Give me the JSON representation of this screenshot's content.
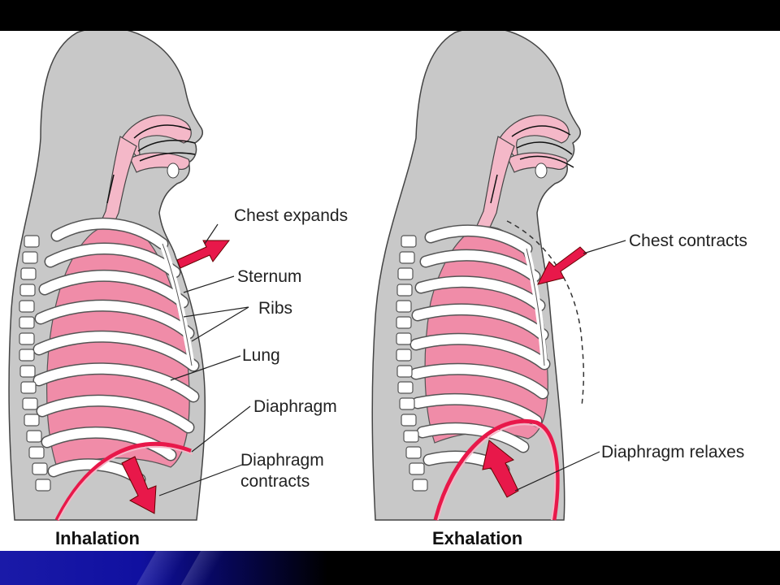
{
  "colors": {
    "body": "#c8c8c8",
    "lung": "#f08ca8",
    "airway": "#f4b8c8",
    "arrow": "#e8184a",
    "rib": "#ffffff"
  },
  "left_panel": {
    "caption": "Inhalation",
    "labels": {
      "chest": "Chest expands",
      "sternum": "Sternum",
      "ribs": "Ribs",
      "lung": "Lung",
      "diaphragm": "Diaphragm",
      "diaphragm_action_1": "Diaphragm",
      "diaphragm_action_2": "contracts"
    }
  },
  "right_panel": {
    "caption": "Exhalation",
    "labels": {
      "chest": "Chest contracts",
      "diaphragm": "Diaphragm relaxes"
    }
  }
}
